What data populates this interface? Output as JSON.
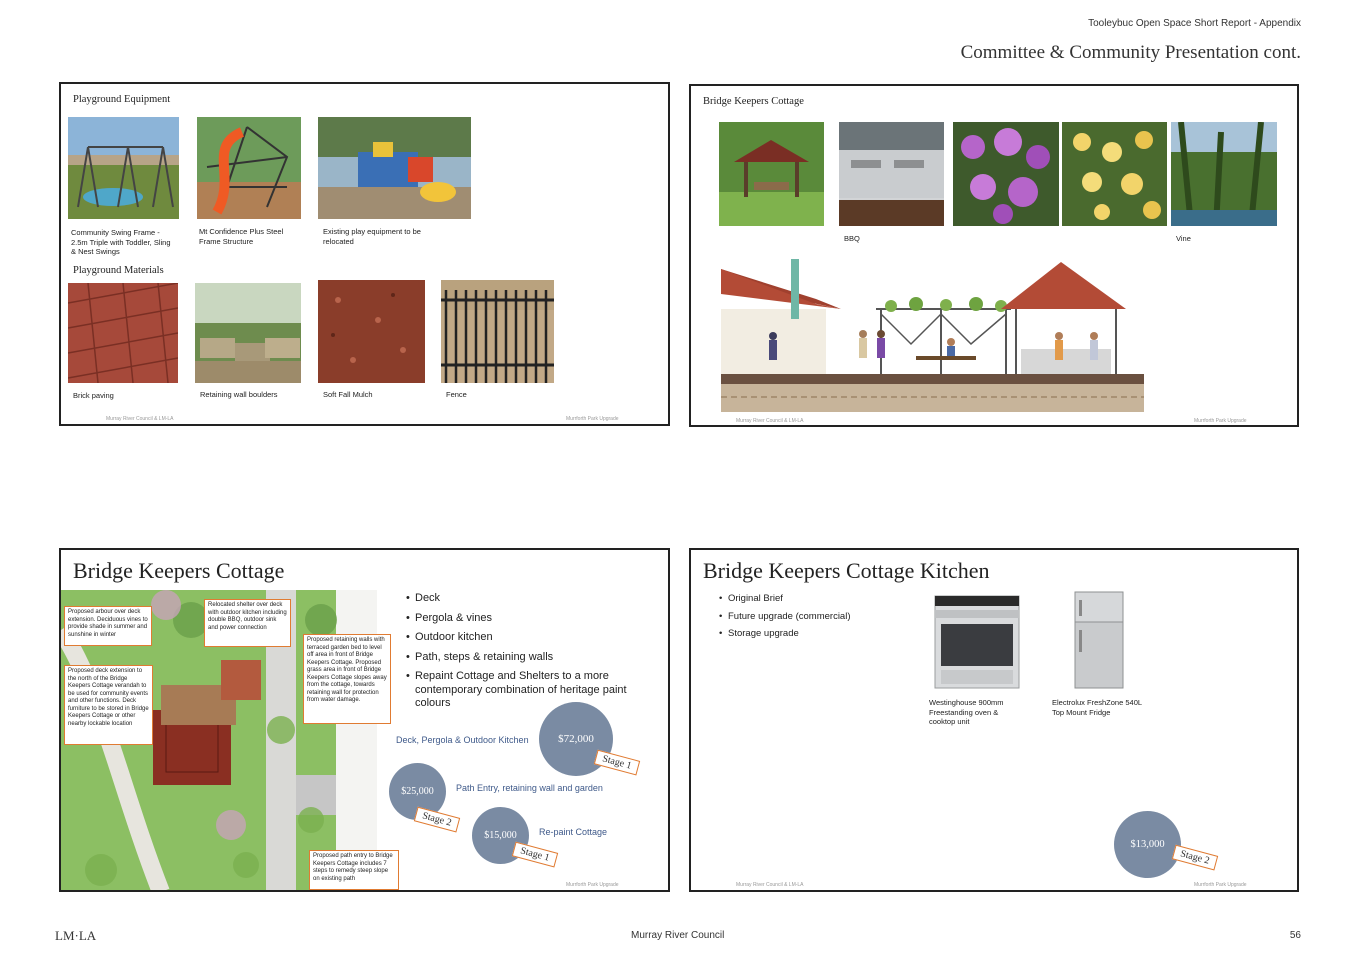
{
  "header": {
    "report": "Tooleybuc Open Space Short Report - Appendix",
    "title": "Committee & Community Presentation cont."
  },
  "panel1": {
    "title": "Playground Equipment",
    "materials_title": "Playground Materials",
    "captions": [
      "Community Swing Frame - 2.5m Triple with Toddler, Sling & Nest Swings",
      "Mt Confidence Plus Steel Frame Structure",
      "Existing play equipment to be relocated"
    ],
    "materials": [
      "Brick paving",
      "Retaining wall boulders",
      "Soft Fall Mulch",
      "Fence"
    ],
    "footer_left": "Murray River Council & LM-LA",
    "footer_right": "Murrforth Park Upgrade"
  },
  "panel2": {
    "title": "Bridge Keepers Cottage",
    "captions": [
      "BBQ",
      "Vine"
    ],
    "footer_left": "Murray River Council & LM-LA",
    "footer_right": "Murrforth Park Upgrade"
  },
  "panel3": {
    "title": "Bridge Keepers Cottage",
    "bullets": [
      "Deck",
      "Pergola & vines",
      "Outdoor kitchen",
      "Path, steps & retaining walls",
      "Repaint Cottage and Shelters to a more contemporary combination of heritage paint colours"
    ],
    "notes": [
      "Proposed arbour over deck extension. Deciduous vines to provide shade in summer and sunshine in winter",
      "Relocated shelter over deck with outdoor kitchen including double BBQ, outdoor sink and power connection",
      "Proposed retaining walls with terraced garden bed to level off area in front of Bridge Keepers Cottage. Proposed grass area in front of Bridge Keepers Cottage slopes away from the cottage, towards retaining wall for protection from water damage.",
      "Proposed deck extension to the north of the Bridge Keepers Cottage verandah to be used for community events and other functions. Deck furniture to be stored in Bridge Keepers Cottage or other nearby lockable location",
      "Proposed path entry to Bridge Keepers Cottage includes 7 steps to remedy steep slope on existing path"
    ],
    "costs": [
      {
        "amount": "$72,000",
        "label": "Deck, Pergola & Outdoor Kitchen",
        "stage": "Stage 1"
      },
      {
        "amount": "$25,000",
        "label": "Path Entry, retaining wall and garden",
        "stage": "Stage 2"
      },
      {
        "amount": "$15,000",
        "label": "Re-paint Cottage",
        "stage": "Stage 1"
      }
    ],
    "footer_right": "Murrforth Park Upgrade"
  },
  "panel4": {
    "title": "Bridge Keepers Cottage Kitchen",
    "bullets": [
      "Original Brief",
      "Future upgrade (commercial)",
      "Storage upgrade"
    ],
    "products": [
      "Westinghouse 900mm Freestanding oven & cooktop unit",
      "Electrolux FreshZone 540L Top Mount Fridge"
    ],
    "cost": {
      "amount": "$13,000",
      "stage": "Stage 2"
    },
    "footer_left": "Murray River Council & LM-LA",
    "footer_right": "Murrforth Park Upgrade"
  },
  "footer": {
    "logo": "LM·LA",
    "council": "Murray River Council",
    "page": "56"
  }
}
